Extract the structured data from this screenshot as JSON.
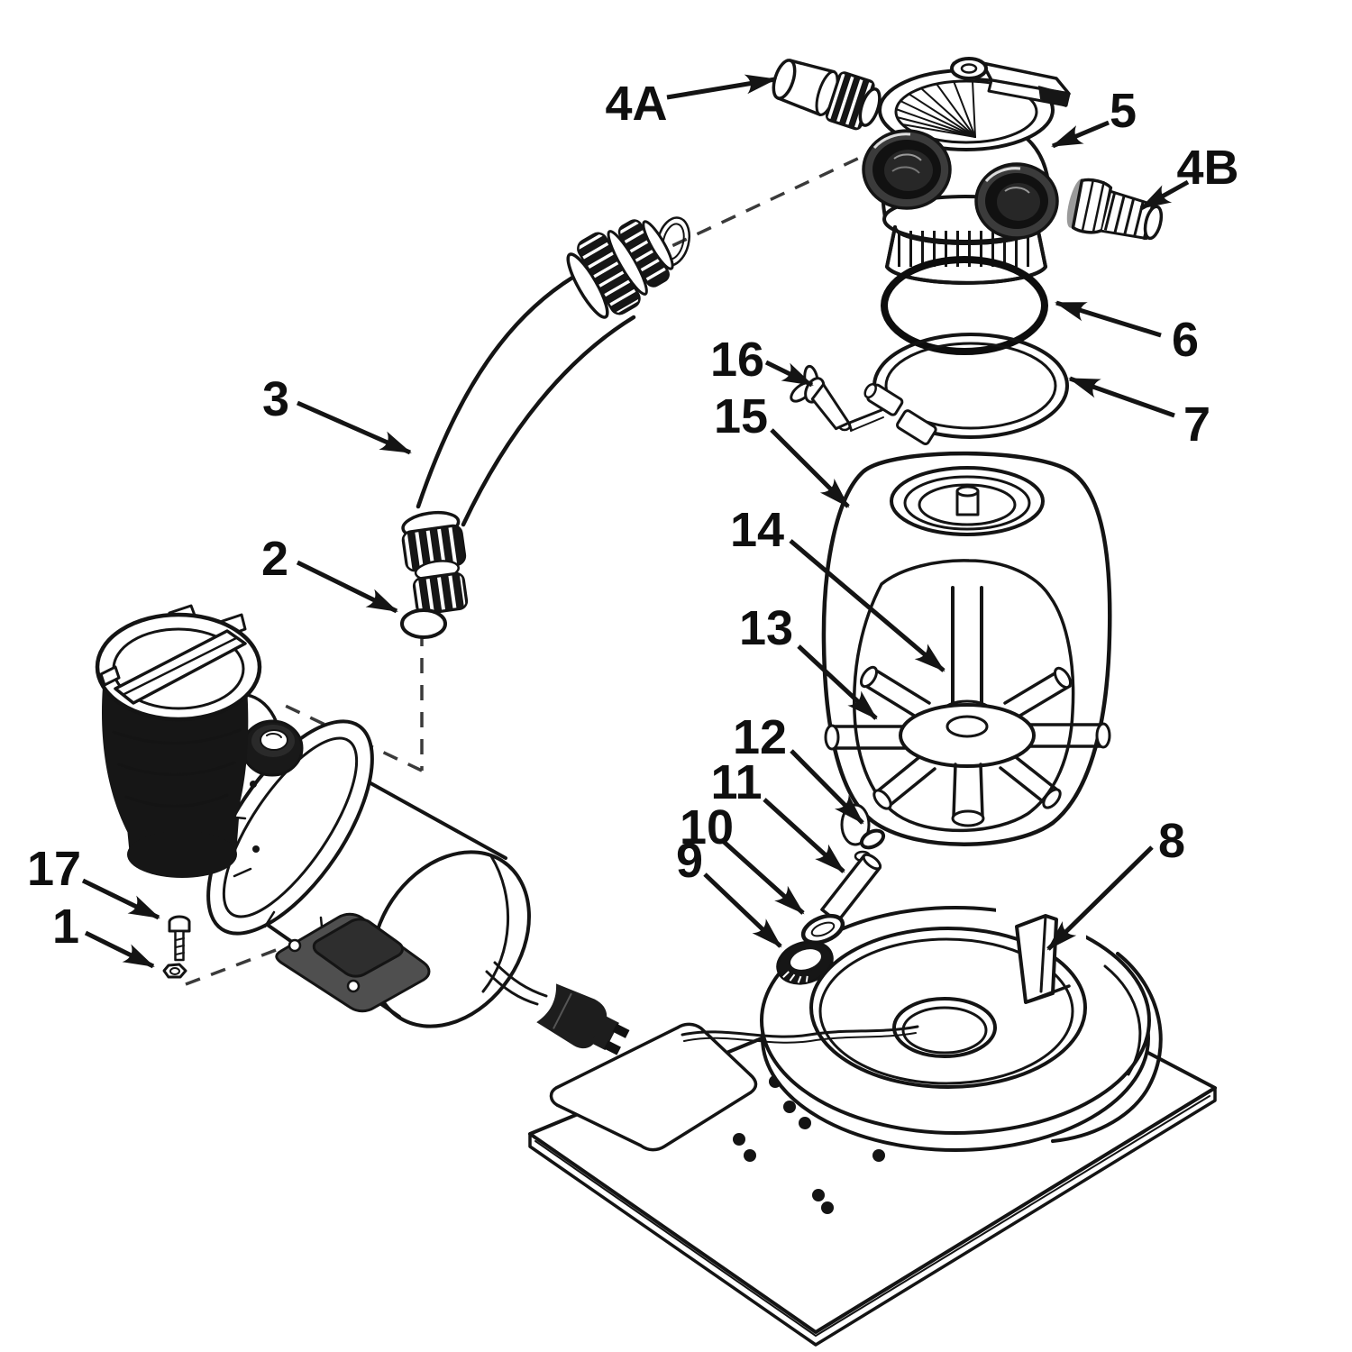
{
  "figure": {
    "background_color": "#ffffff",
    "ink_color": "#141414",
    "dark_part_color": "#161616",
    "plate_color": "#4f4f4f",
    "callouts": [
      {
        "label": "1"
      },
      {
        "label": "2"
      },
      {
        "label": "3"
      },
      {
        "label": "4A"
      },
      {
        "label": "4B"
      },
      {
        "label": "5"
      },
      {
        "label": "6"
      },
      {
        "label": "7"
      },
      {
        "label": "8"
      },
      {
        "label": "9"
      },
      {
        "label": "10"
      },
      {
        "label": "11"
      },
      {
        "label": "12"
      },
      {
        "label": "13"
      },
      {
        "label": "14"
      },
      {
        "label": "15"
      },
      {
        "label": "16"
      },
      {
        "label": "17"
      }
    ]
  }
}
